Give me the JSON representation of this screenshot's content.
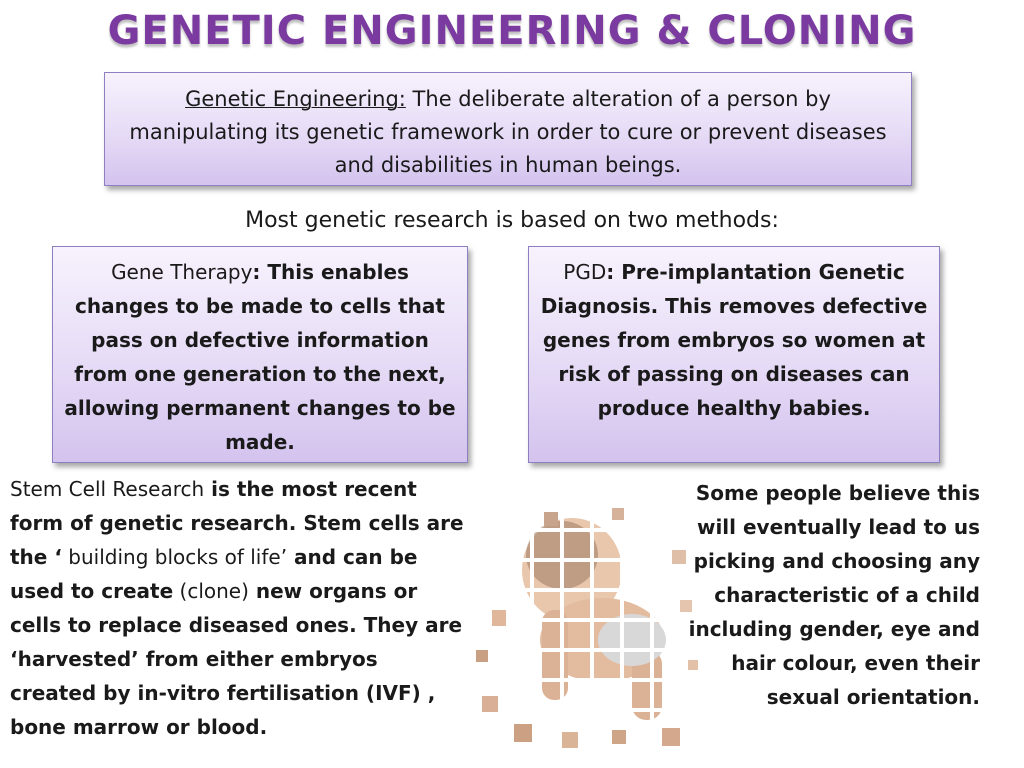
{
  "title": "GENETIC ENGINEERING & CLONING",
  "definition": {
    "term": "Genetic Engineering:",
    "text": " The deliberate alteration of a person by manipulating its genetic framework in order to cure or prevent diseases and disabilities in human beings."
  },
  "intro": "Most genetic research is based on two methods:",
  "gene_therapy": {
    "label": "Gene Therapy",
    "text": ": This enables changes to be made to cells that pass on defective information from one generation to the next, allowing permanent changes to be made."
  },
  "pgd": {
    "label": "PGD",
    "text": ": Pre-implantation Genetic Diagnosis. This removes defective genes from embryos so women at risk of passing on diseases can produce healthy babies."
  },
  "stem_cell": {
    "part1": "Stem Cell Research",
    "part2": " is the most recent form of genetic research. Stem cells are the ‘",
    "part3": " building blocks of life’",
    "part4": " and can be used to create",
    "part5": " (clone)",
    "part6": " new organs or cells to replace diseased ones. They are ‘harvested’ from either embryos created by in-vitro fertilisation (IVF) , bone marrow or blood."
  },
  "belief": "Some people believe this will eventually lead to us picking and choosing any characteristic of a child including gender, eye and hair colour, even their sexual orientation.",
  "colors": {
    "title": "#7a3aa0",
    "box_border": "#8e7fc0",
    "box_fill_top": "#f7f2fd",
    "box_fill_bottom": "#d3c3ee"
  }
}
